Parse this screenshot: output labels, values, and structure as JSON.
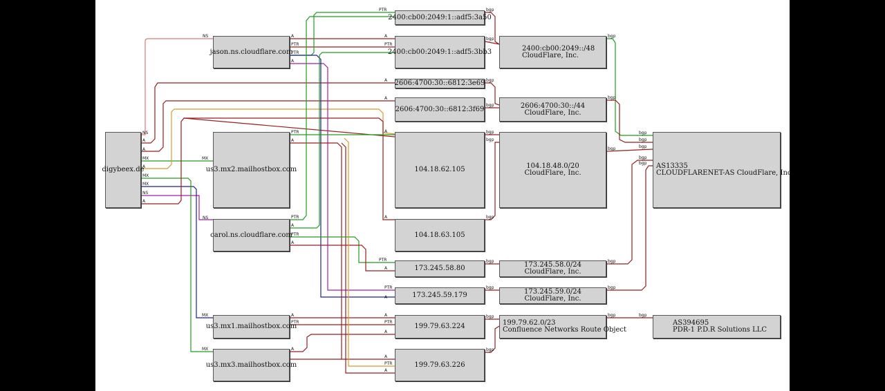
{
  "colors": {
    "background": "#000000",
    "canvas": "#ffffff",
    "node_fill": "#d3d3d3",
    "red": "#9b1c1c",
    "green": "#1f9e1f",
    "orange": "#d89a2a",
    "blue": "#1f1fa0",
    "purple": "#a020a0",
    "pink": "#d77b7b"
  },
  "nodes": [
    {
      "id": "digybeex",
      "lines": [
        "digybeex.de"
      ]
    },
    {
      "id": "jason",
      "lines": [
        "jason.ns.cloudflare.com"
      ]
    },
    {
      "id": "us3mx2",
      "lines": [
        "us3.mx2.mailhostbox.com"
      ]
    },
    {
      "id": "carol",
      "lines": [
        "carol.ns.cloudflare.com"
      ]
    },
    {
      "id": "us3mx1",
      "lines": [
        "us3.mx1.mailhostbox.com"
      ]
    },
    {
      "id": "us3mx3",
      "lines": [
        "us3.mx3.mailhostbox.com"
      ]
    },
    {
      "id": "ip6a",
      "lines": [
        "2400:cb00:2049:1::adf5:3a50"
      ]
    },
    {
      "id": "ip6b",
      "lines": [
        "2400:cb00:2049:1::adf5:3bb3"
      ]
    },
    {
      "id": "ip6c",
      "lines": [
        "2606:4700:30::6812:3e69"
      ]
    },
    {
      "id": "ip6d",
      "lines": [
        "2606:4700:30::6812:3f69"
      ]
    },
    {
      "id": "ip105",
      "lines": [
        "104.18.62.105"
      ]
    },
    {
      "id": "ip63",
      "lines": [
        "104.18.63.105"
      ]
    },
    {
      "id": "ip5880",
      "lines": [
        "173.245.58.80"
      ]
    },
    {
      "id": "ip59179",
      "lines": [
        "173.245.59.179"
      ]
    },
    {
      "id": "ip224",
      "lines": [
        "199.79.63.224"
      ]
    },
    {
      "id": "ip226",
      "lines": [
        "199.79.63.226"
      ]
    },
    {
      "id": "pfx2400",
      "lines": [
        "2400:cb00:2049::/48",
        "CloudFlare, Inc."
      ]
    },
    {
      "id": "pfx2606",
      "lines": [
        "2606:4700:30::/44",
        "CloudFlare, Inc."
      ]
    },
    {
      "id": "pfx104",
      "lines": [
        "104.18.48.0/20",
        "CloudFlare, Inc."
      ]
    },
    {
      "id": "pfx58",
      "lines": [
        "173.245.58.0/24",
        "CloudFlare, Inc."
      ]
    },
    {
      "id": "pfx59",
      "lines": [
        "173.245.59.0/24",
        "CloudFlare, Inc."
      ]
    },
    {
      "id": "pfx199",
      "lines": [
        "199.79.62.0/23",
        "Confluence Networks Route Object"
      ]
    },
    {
      "id": "as13335",
      "lines": [
        "AS13335",
        "CLOUDFLARENET-AS CloudFlare, Inc."
      ]
    },
    {
      "id": "as394695",
      "lines": [
        "AS394695",
        "PDR-1 P.D.R Solutions LLC"
      ]
    }
  ],
  "edge_labels": [
    "NS",
    "A",
    "MX",
    "PTR",
    "bgp"
  ]
}
